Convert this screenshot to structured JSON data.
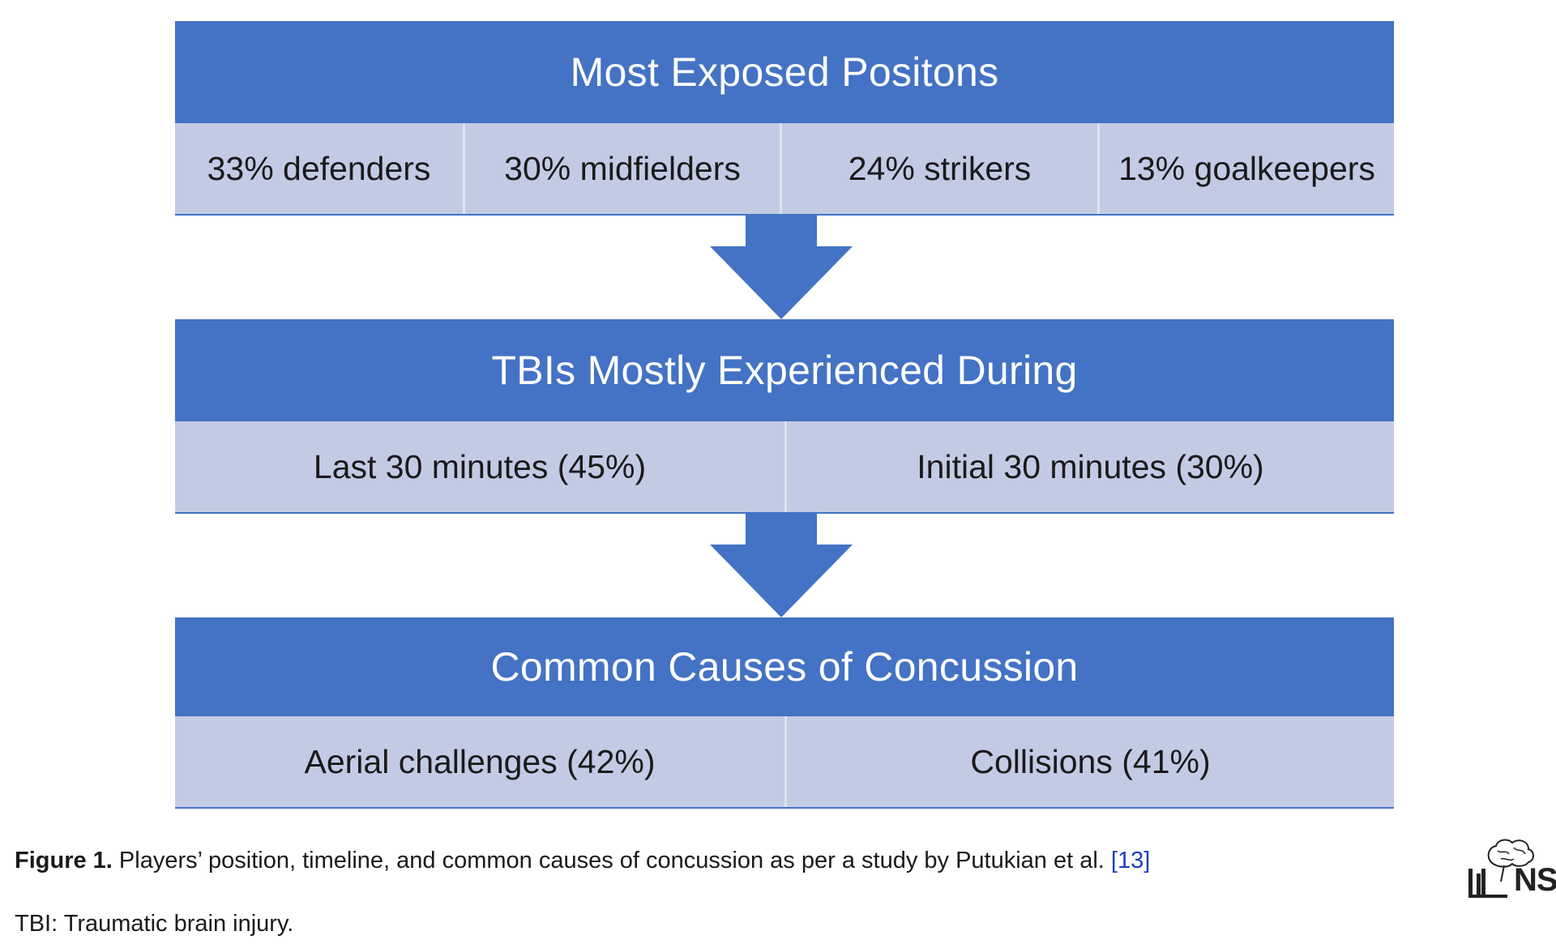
{
  "blocks": [
    {
      "header": "Most Exposed Positons",
      "cells": [
        "33% defenders",
        "30% midfielders",
        "24% strikers",
        "13% goalkeepers"
      ]
    },
    {
      "header": "TBIs Mostly Experienced During",
      "cells": [
        "Last 30 minutes (45%)",
        "Initial 30 minutes (30%)"
      ]
    },
    {
      "header": "Common Causes of Concussion",
      "cells": [
        "Aerial challenges (42%)",
        "Collisions (41%)"
      ]
    }
  ],
  "caption": {
    "label": "Figure 1.",
    "text": " Players’ position, timeline, and common causes of concussion as per a study by Putukian et al. ",
    "reference": "[13]"
  },
  "abbreviation": "TBI: Traumatic brain injury.",
  "logo": {
    "icon": "brain-icon",
    "text": "NS"
  },
  "colors": {
    "header_fill": "#4472c4",
    "cell_fill": "#c3cbe4",
    "arrow_fill": "#4472c4",
    "reference_link": "#1f3fbf"
  }
}
